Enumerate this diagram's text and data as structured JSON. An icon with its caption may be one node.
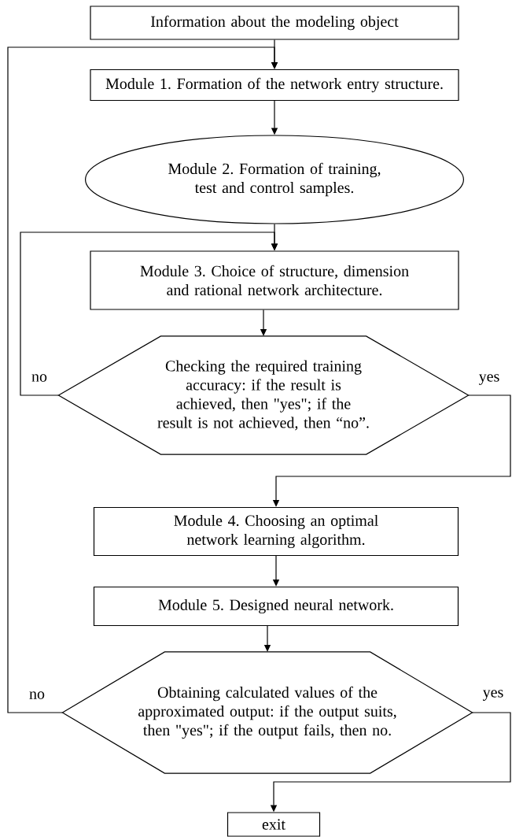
{
  "diagram": {
    "nodes": [
      {
        "text": [
          "Information about the modeling object"
        ]
      },
      {
        "text": [
          "Module 1. Formation of the network entry structure."
        ]
      },
      {
        "text": [
          "Module 2. Formation of training, test and control samples."
        ]
      },
      {
        "text": [
          "Module 3. Choice of structure, dimension and rational network architecture."
        ]
      },
      {
        "text": [
          "Checking the required training accuracy: if the result is achieved, then \"yes\"; if the result is not achieved, then “no”."
        ]
      },
      {
        "text": [
          "Module 4. Choosing an optimal network learning algorithm."
        ]
      },
      {
        "text": [
          "Module 5. Designed neural network."
        ]
      },
      {
        "text": [
          "Obtaining calculated values of the approximated output: if the output suits, then \"yes\"; if the output fails, then no."
        ]
      },
      {
        "text": [
          "exit"
        ]
      }
    ],
    "edges": [
      {
        "from": 0,
        "to": 1,
        "arrow": "to"
      },
      {
        "from": 1,
        "to": 2,
        "arrow": "to"
      },
      {
        "from": 2,
        "to": 3,
        "arrow": "to"
      },
      {
        "from": 3,
        "to": 4,
        "arrow": "to"
      },
      {
        "from": 4,
        "to": 3,
        "arrow": "to",
        "label": "no"
      },
      {
        "from": 4,
        "to": 5,
        "arrow": "to",
        "label": "yes"
      },
      {
        "from": 5,
        "to": 6,
        "arrow": "to"
      },
      {
        "from": 6,
        "to": 7,
        "arrow": "to"
      },
      {
        "from": 7,
        "to": 1,
        "arrow": "to",
        "label": "no"
      },
      {
        "from": 7,
        "to": 8,
        "arrow": "to",
        "label": "yes"
      }
    ]
  }
}
